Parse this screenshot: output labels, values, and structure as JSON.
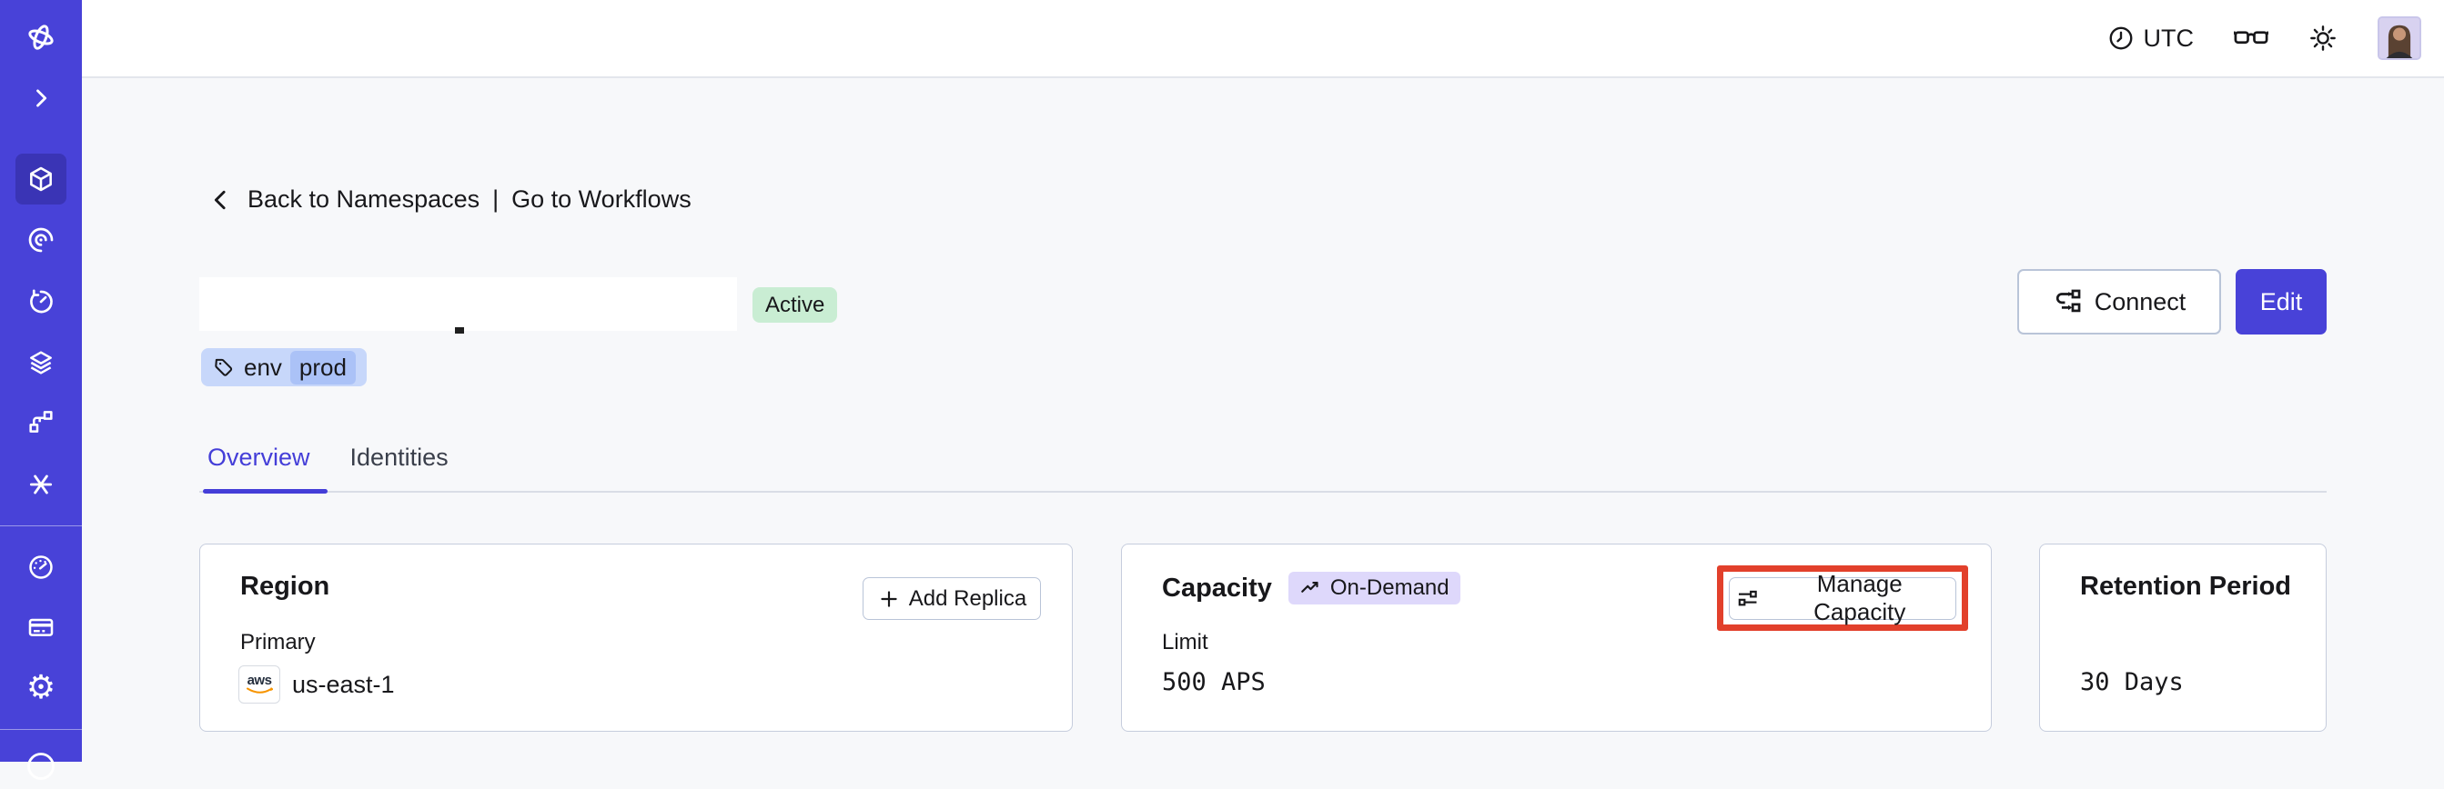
{
  "topbar": {
    "timezone_label": "UTC"
  },
  "breadcrumb": {
    "back_label": "Back to Namespaces",
    "separator": "|",
    "workflows_label": "Go to Workflows"
  },
  "namespace": {
    "status_badge": "Active",
    "tag_key": "env",
    "tag_value": "prod"
  },
  "header_actions": {
    "connect_label": "Connect",
    "edit_label": "Edit"
  },
  "tabs": [
    {
      "label": "Overview",
      "active": true
    },
    {
      "label": "Identities",
      "active": false
    }
  ],
  "cards": {
    "region": {
      "title": "Region",
      "add_replica_label": "Add Replica",
      "field_label": "Primary",
      "provider": "aws",
      "value": "us-east-1"
    },
    "capacity": {
      "title": "Capacity",
      "badge": "On-Demand",
      "manage_label": "Manage Capacity",
      "field_label": "Limit",
      "value": "500 APS"
    },
    "retention": {
      "title": "Retention Period",
      "value": "30 Days"
    }
  },
  "sidebar": {
    "icons": [
      "temporal-logo",
      "collapse-chevron",
      "namespaces",
      "workflows",
      "schedules",
      "deployments",
      "nexus",
      "batch-operations",
      "usage",
      "billing",
      "settings",
      "support"
    ],
    "active_icon": "namespaces"
  },
  "colors": {
    "accent": "#4842D8",
    "sidebar_active_bg": "#3A34B5",
    "active_badge_bg": "#C9EDD3",
    "tag_chip_bg": "#C7D7FA",
    "tag_value_bg": "#ABC2F7",
    "ondemand_badge_bg": "#DED8FB",
    "annotation_red": "#E2402B"
  }
}
